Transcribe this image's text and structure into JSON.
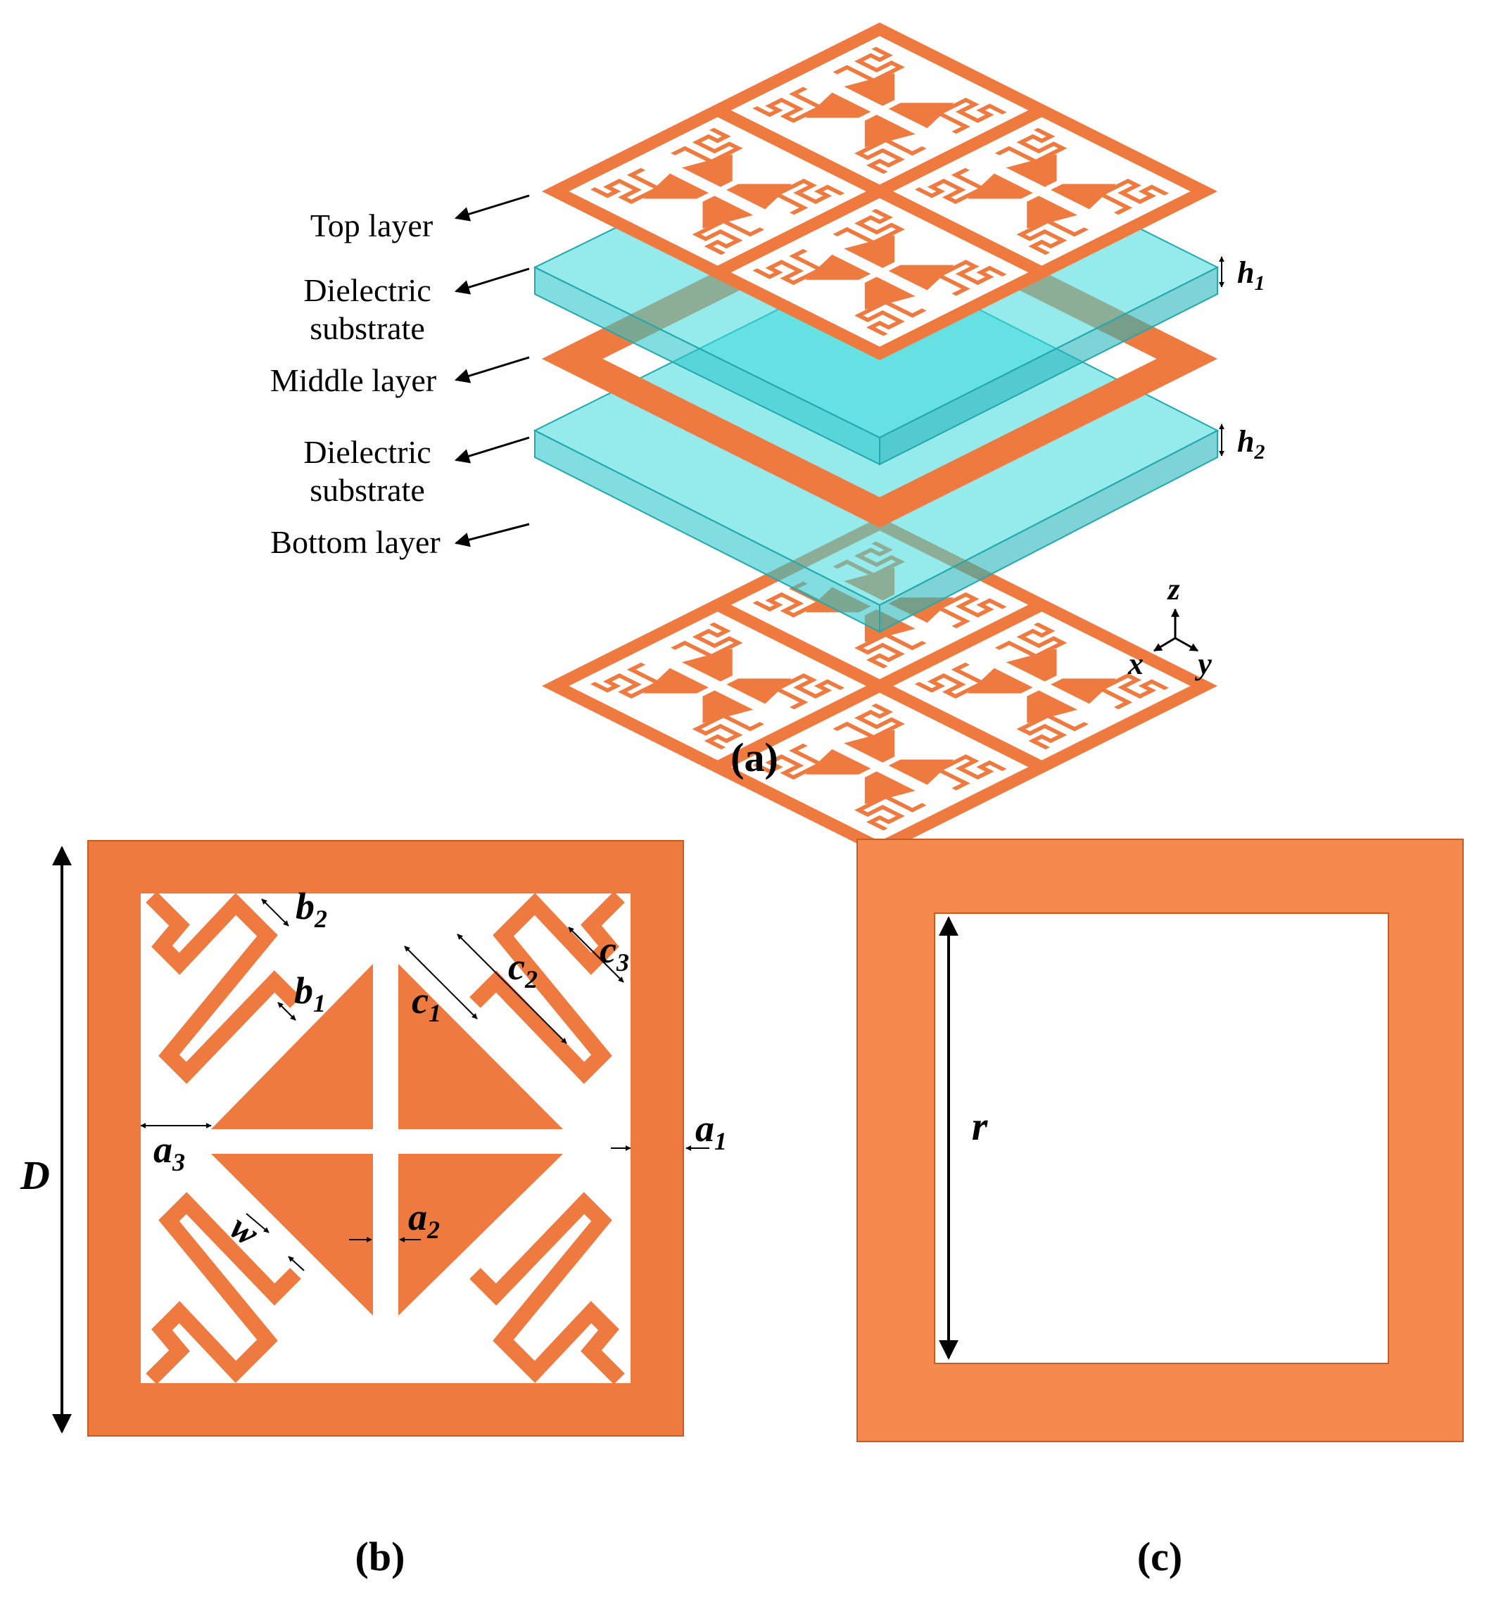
{
  "colors": {
    "copper": "#EE7A40",
    "copper_stroke": "#C95A22",
    "copper_light": "#F58A4E",
    "substrate_fill": "#3ED8DC",
    "substrate_edge": "#22A7AD",
    "arrow": "#000000"
  },
  "panel_a": {
    "caption": "(a)",
    "layer_labels": [
      {
        "text": "Top layer"
      },
      {
        "text": "Dielectric"
      },
      {
        "text": "substrate"
      },
      {
        "text": "Middle layer"
      },
      {
        "text": "Dielectric"
      },
      {
        "text": "substrate"
      },
      {
        "text": "Bottom layer"
      }
    ],
    "thickness": [
      {
        "base": "h",
        "sub": "1"
      },
      {
        "base": "h",
        "sub": "2"
      }
    ],
    "axes": {
      "z": "z",
      "x": "x",
      "y": "y"
    }
  },
  "panel_b": {
    "caption": "(b)",
    "dims": {
      "D": "D",
      "a1": {
        "base": "a",
        "sub": "1"
      },
      "a2": {
        "base": "a",
        "sub": "2"
      },
      "a3": {
        "base": "a",
        "sub": "3"
      },
      "b1": {
        "base": "b",
        "sub": "1"
      },
      "b2": {
        "base": "b",
        "sub": "2"
      },
      "c1": {
        "base": "c",
        "sub": "1"
      },
      "c2": {
        "base": "c",
        "sub": "2"
      },
      "c3": {
        "base": "c",
        "sub": "3"
      },
      "w": "w"
    }
  },
  "panel_c": {
    "caption": "(c)",
    "dims": {
      "r": "r"
    }
  },
  "icons": [
    "arrow-icon",
    "double-arrow-icon",
    "axis-triad-icon"
  ]
}
